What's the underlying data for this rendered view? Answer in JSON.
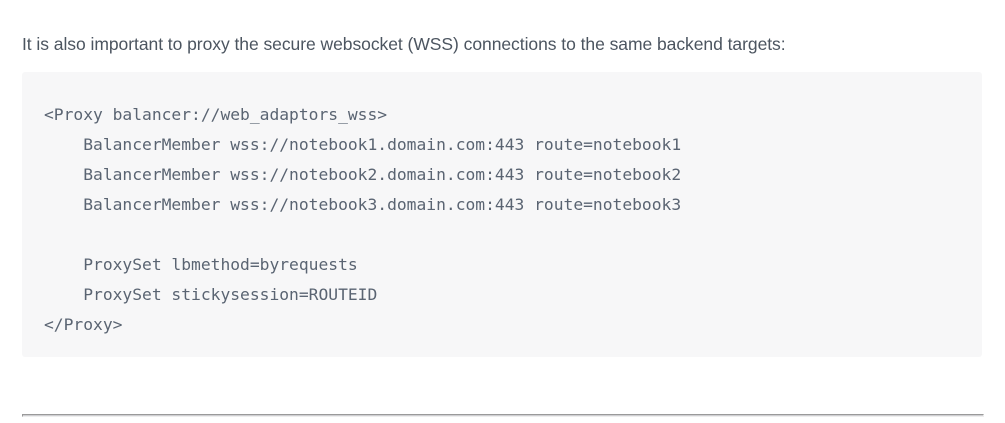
{
  "page": {
    "background_color": "#ffffff"
  },
  "intro": {
    "text": "It is also important to proxy the secure websocket (WSS) connections to the same backend targets:",
    "color": "#4c5560"
  },
  "code_block": {
    "background_color": "#f7f7f8",
    "text_color": "#5a6472",
    "language": "apache",
    "lines": [
      "<Proxy balancer://web_adaptors_wss>",
      "    BalancerMember wss://notebook1.domain.com:443 route=notebook1",
      "    BalancerMember wss://notebook2.domain.com:443 route=notebook2",
      "    BalancerMember wss://notebook3.domain.com:443 route=notebook3",
      "",
      "    ProxySet lbmethod=byrequests",
      "    ProxySet stickysession=ROUTEID",
      "</Proxy>"
    ]
  },
  "divider": {
    "color": "#cfcfd2"
  }
}
